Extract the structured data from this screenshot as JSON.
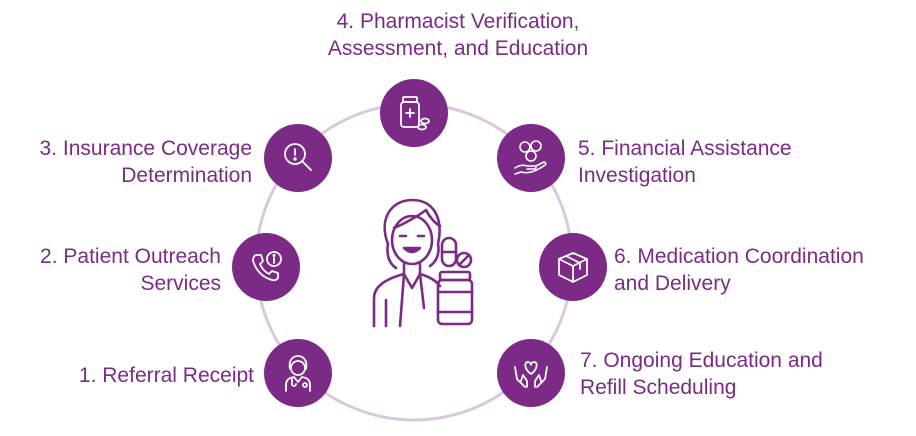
{
  "colors": {
    "primary": "#7b2a86",
    "ring": "#dcc6e0"
  },
  "steps": [
    {
      "line1": "1. Referral Receipt",
      "line2": "",
      "icon": "nurse-icon"
    },
    {
      "line1": "2. Patient Outreach",
      "line2": "Services",
      "icon": "phone-info-icon"
    },
    {
      "line1": "3. Insurance Coverage",
      "line2": "Determination",
      "icon": "magnifier-alert-icon"
    },
    {
      "line1": "4. Pharmacist Verification,",
      "line2": "Assessment, and Education",
      "icon": "medication-bottle-icon"
    },
    {
      "line1": "5. Financial Assistance",
      "line2": "Investigation",
      "icon": "coins-hand-icon"
    },
    {
      "line1": "6. Medication Coordination",
      "line2": "and Delivery",
      "icon": "package-box-icon"
    },
    {
      "line1": "7. Ongoing Education and",
      "line2": "Refill Scheduling",
      "icon": "hands-heart-icon"
    }
  ],
  "center": {
    "icon": "pharmacist-icon"
  }
}
